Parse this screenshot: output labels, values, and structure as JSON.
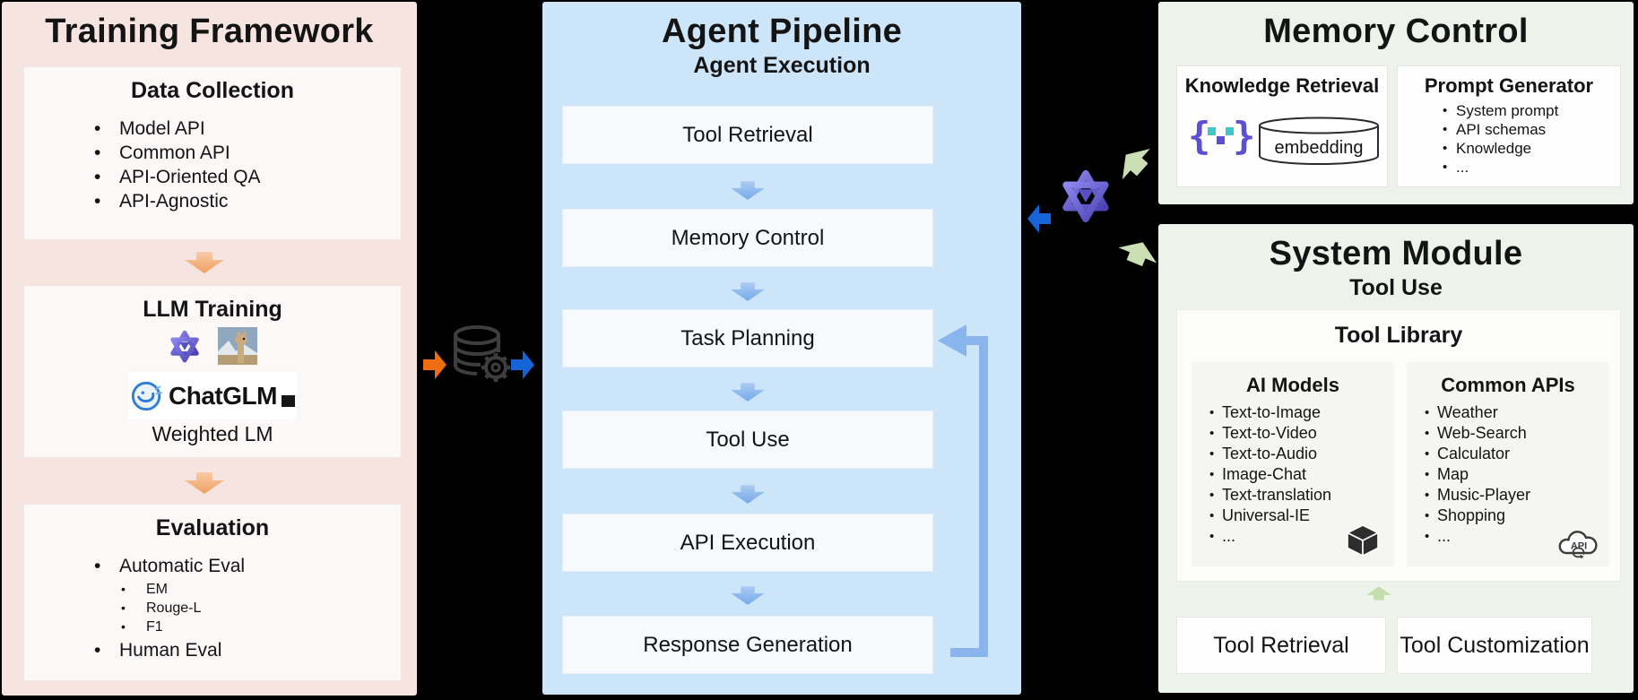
{
  "training": {
    "title": "Training Framework",
    "data_collection": {
      "heading": "Data Collection",
      "items": [
        "Model API",
        "Common API",
        "API-Oriented QA",
        "API-Agnostic"
      ]
    },
    "llm_training": {
      "heading": "LLM Training",
      "chatglm_label": "ChatGLM",
      "caption": "Weighted LM"
    },
    "evaluation": {
      "heading": "Evaluation",
      "automatic_label": "Automatic Eval",
      "automatic_items": [
        "EM",
        "Rouge-L",
        "F1"
      ],
      "human_label": "Human Eval"
    }
  },
  "pipeline": {
    "title": "Agent Pipeline",
    "subtitle": "Agent Execution",
    "steps": [
      "Tool Retrieval",
      "Memory Control",
      "Task Planning",
      "Tool Use",
      "API Execution",
      "Response Generation"
    ]
  },
  "memory": {
    "title": "Memory Control",
    "knowledge_retrieval": {
      "heading": "Knowledge Retrieval",
      "brace_left": "{",
      "brace_right": "}",
      "cylinder_label": "embedding"
    },
    "prompt_generator": {
      "heading": "Prompt Generator",
      "items": [
        "System prompt",
        "API schemas",
        "Knowledge",
        "..."
      ]
    }
  },
  "system": {
    "title": "System Module",
    "subtitle": "Tool Use",
    "tool_library": {
      "heading": "Tool Library",
      "ai_models": {
        "heading": "AI Models",
        "items": [
          "Text-to-Image",
          "Text-to-Video",
          "Text-to-Audio",
          "Image-Chat",
          "Text-translation",
          "Universal-IE",
          "..."
        ]
      },
      "common_apis": {
        "heading": "Common APIs",
        "icon_label": "API",
        "items": [
          "Weather",
          "Web-Search",
          "Calculator",
          "Map",
          "Music-Player",
          "Shopping",
          "..."
        ]
      }
    },
    "tool_retrieval_label": "Tool Retrieval",
    "tool_customization_label": "Tool Customization"
  },
  "colors": {
    "training_bg": "#f6e4e1",
    "pipeline_bg": "#cde5f8",
    "module_bg": "#edf3eb",
    "peach_arrow": "#f1a267",
    "blue_step_arrow": "#7fb0e8",
    "loop_arrow": "#8ab5ec",
    "solid_orange_arrow": "#ed6d0f",
    "solid_blue_arrow": "#1565d8",
    "green_arrow": "#ccdfb4",
    "glm_purple": "#564ec2"
  }
}
